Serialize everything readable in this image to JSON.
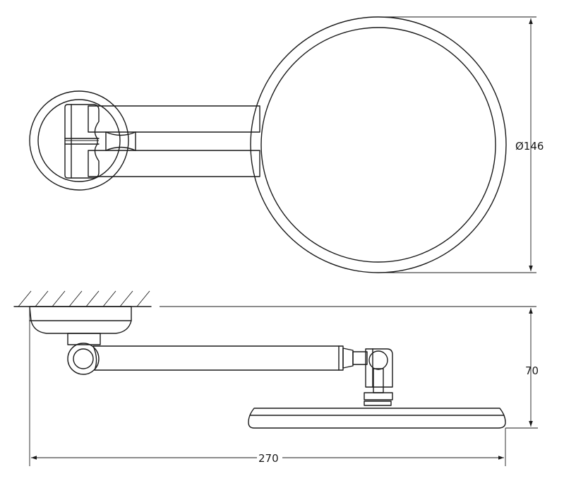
{
  "dimensions": {
    "mirror_diameter": "Ø146",
    "height": "70",
    "length": "270"
  }
}
